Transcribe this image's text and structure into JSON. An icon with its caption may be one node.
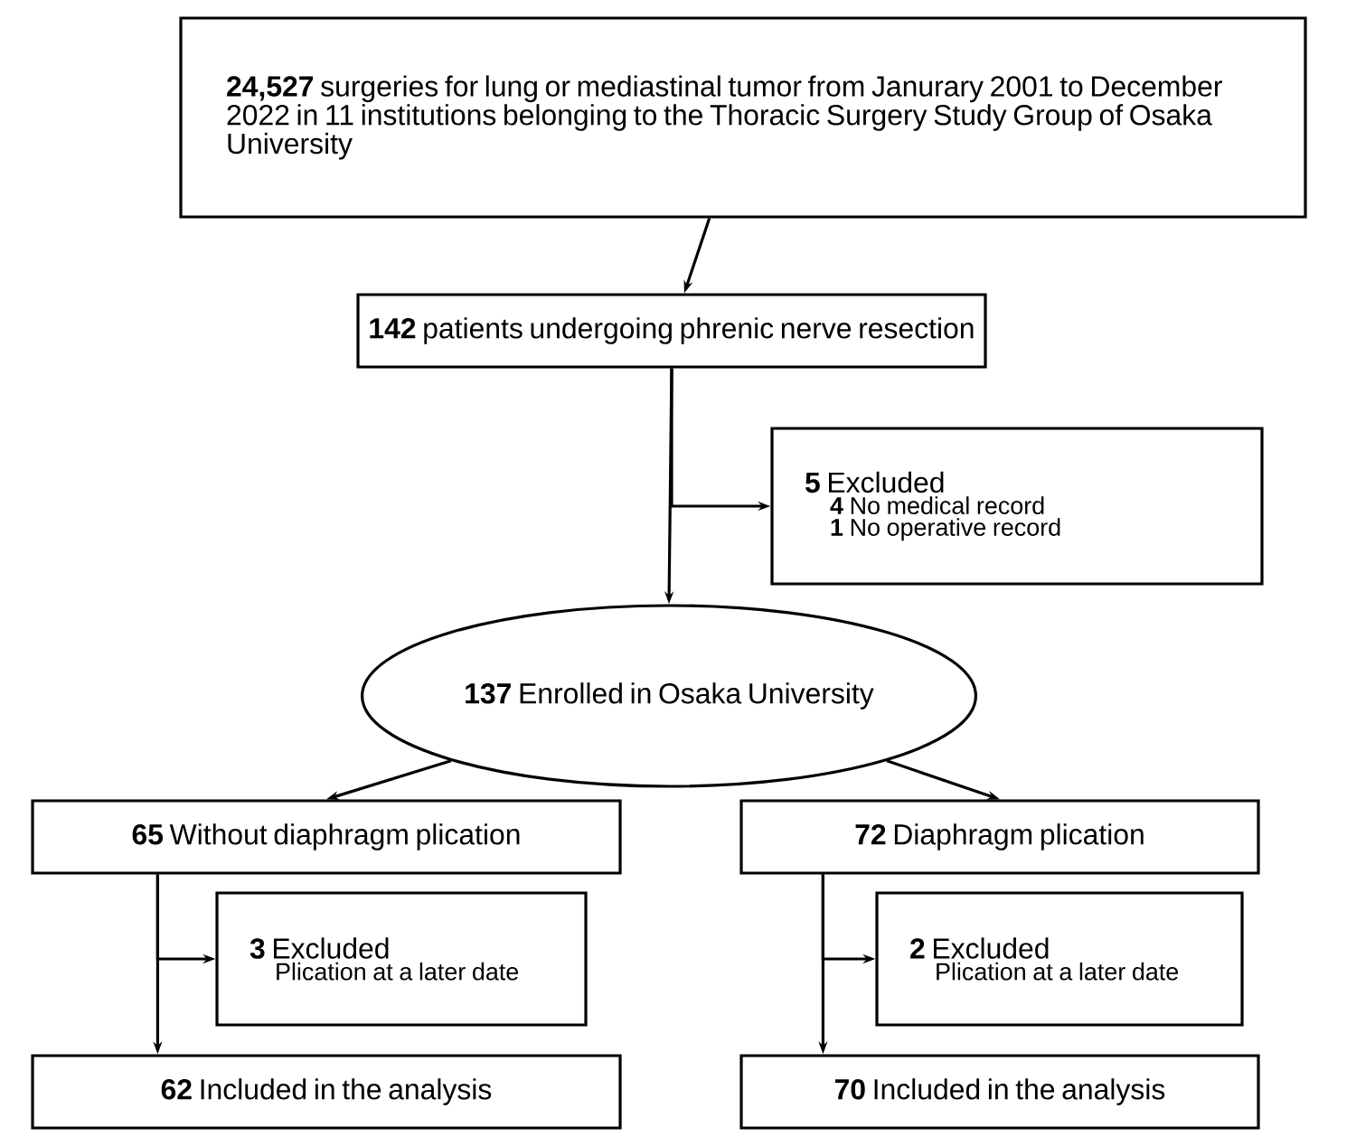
{
  "diagram": {
    "nodes": [
      {
        "text": [
          "**24,527** surgeries for lung or mediastinal tumor from Janurary 2001 to December 2022 in 11 institutions belonging to the Thoracic Surgery Study Group of Osaka University"
        ]
      },
      {
        "text": [
          "**142** patients undergoing phrenic nerve resection"
        ]
      },
      {
        "text": [
          "**5** Excluded",
          "**4** No medical record",
          "**1** No operative record"
        ]
      },
      {
        "text": [
          "**137** Enrolled in Osaka University"
        ]
      },
      {
        "text": [
          "**65** Without diaphragm plication"
        ]
      },
      {
        "text": [
          "**72** Diaphragm plication"
        ]
      },
      {
        "text": [
          "**3** Excluded",
          "Plication at a later date"
        ]
      },
      {
        "text": [
          "**62** Included in the analysis"
        ]
      },
      {
        "text": [
          "**2** Excluded",
          "Plication at a later date"
        ]
      },
      {
        "text": [
          "**70** Included in the analysis"
        ]
      }
    ],
    "edges": [
      {
        "from": 0,
        "to": 1,
        "arrow": "to"
      },
      {
        "from": 1,
        "to": 3,
        "arrow": "to"
      },
      {
        "from": 1,
        "to": 2,
        "arrow": "to"
      },
      {
        "from": 3,
        "to": 4,
        "arrow": "to"
      },
      {
        "from": 3,
        "to": 5,
        "arrow": "to"
      },
      {
        "from": 4,
        "to": 7,
        "arrow": "to"
      },
      {
        "from": 4,
        "to": 6,
        "arrow": "to"
      },
      {
        "from": 5,
        "to": 9,
        "arrow": "to"
      },
      {
        "from": 5,
        "to": 8,
        "arrow": "to"
      }
    ]
  }
}
